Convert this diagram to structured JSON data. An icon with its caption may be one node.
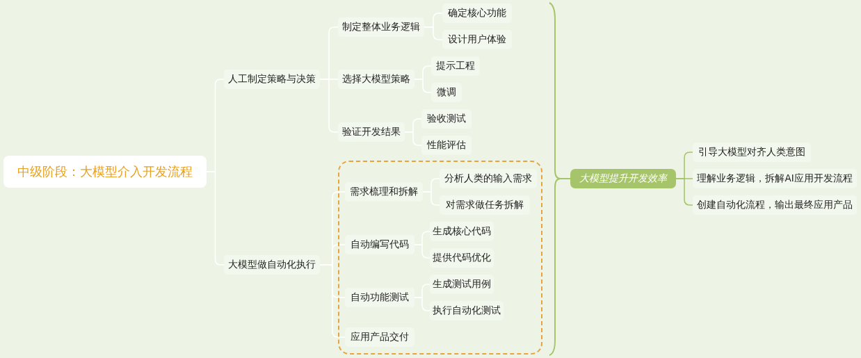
{
  "diagram": {
    "nodes": [
      {
        "text": [
          "中级阶段：大模型介入开发流程"
        ]
      },
      {
        "text": [
          "人工制定策略与决策"
        ]
      },
      {
        "text": [
          "制定整体业务逻辑"
        ]
      },
      {
        "text": [
          "确定核心功能"
        ]
      },
      {
        "text": [
          "设计用户体验"
        ]
      },
      {
        "text": [
          "选择大模型策略"
        ]
      },
      {
        "text": [
          "提示工程"
        ]
      },
      {
        "text": [
          "微调"
        ]
      },
      {
        "text": [
          "验证开发结果"
        ]
      },
      {
        "text": [
          "验收测试"
        ]
      },
      {
        "text": [
          "性能评估"
        ]
      },
      {
        "text": [
          "大模型做自动化执行"
        ]
      },
      {
        "text": [],
        "shape": "box"
      },
      {
        "text": [
          "需求梳理和拆解"
        ],
        "in": 12
      },
      {
        "text": [
          "分析人类的输入需求"
        ],
        "in": 12
      },
      {
        "text": [
          "对需求做任务拆解"
        ],
        "in": 12
      },
      {
        "text": [
          "自动编写代码"
        ],
        "in": 12
      },
      {
        "text": [
          "生成核心代码"
        ],
        "in": 12
      },
      {
        "text": [
          "提供代码优化"
        ],
        "in": 12
      },
      {
        "text": [
          "自动功能测试"
        ],
        "in": 12
      },
      {
        "text": [
          "生成测试用例"
        ],
        "in": 12
      },
      {
        "text": [
          "执行自动化测试"
        ],
        "in": 12
      },
      {
        "text": [
          "应用产品交付"
        ],
        "in": 12
      },
      {
        "text": [
          "大模型提升开发效率"
        ]
      },
      {
        "text": [
          "引导大模型对齐人类意图"
        ]
      },
      {
        "text": [
          "理解业务逻辑，拆解AI应用开发流程"
        ]
      },
      {
        "text": [
          "创建自动化流程，输出最终应用产品"
        ]
      }
    ],
    "edges": [
      {
        "from": 0,
        "to": 1,
        "arrow": "none"
      },
      {
        "from": 0,
        "to": 11,
        "arrow": "none"
      },
      {
        "from": 1,
        "to": 2,
        "arrow": "none"
      },
      {
        "from": 1,
        "to": 5,
        "arrow": "none"
      },
      {
        "from": 1,
        "to": 8,
        "arrow": "none"
      },
      {
        "from": 2,
        "to": 3,
        "arrow": "none"
      },
      {
        "from": 2,
        "to": 4,
        "arrow": "none"
      },
      {
        "from": 5,
        "to": 6,
        "arrow": "none"
      },
      {
        "from": 5,
        "to": 7,
        "arrow": "none"
      },
      {
        "from": 8,
        "to": 9,
        "arrow": "none"
      },
      {
        "from": 8,
        "to": 10,
        "arrow": "none"
      },
      {
        "from": 11,
        "to": 13,
        "arrow": "none"
      },
      {
        "from": 11,
        "to": 16,
        "arrow": "none"
      },
      {
        "from": 11,
        "to": 19,
        "arrow": "none"
      },
      {
        "from": 11,
        "to": 22,
        "arrow": "none"
      },
      {
        "from": 13,
        "to": 14,
        "arrow": "none"
      },
      {
        "from": 13,
        "to": 15,
        "arrow": "none"
      },
      {
        "from": 16,
        "to": 17,
        "arrow": "none"
      },
      {
        "from": 16,
        "to": 18,
        "arrow": "none"
      },
      {
        "from": 19,
        "to": 20,
        "arrow": "none"
      },
      {
        "from": 19,
        "to": 21,
        "arrow": "none"
      },
      {
        "from": 23,
        "to": 24,
        "arrow": "none",
        "color": "#a6c56a"
      },
      {
        "from": 23,
        "to": 25,
        "arrow": "none",
        "color": "#a6c56a"
      },
      {
        "from": 23,
        "to": 26,
        "arrow": "none",
        "color": "#a6c56a"
      }
    ]
  }
}
